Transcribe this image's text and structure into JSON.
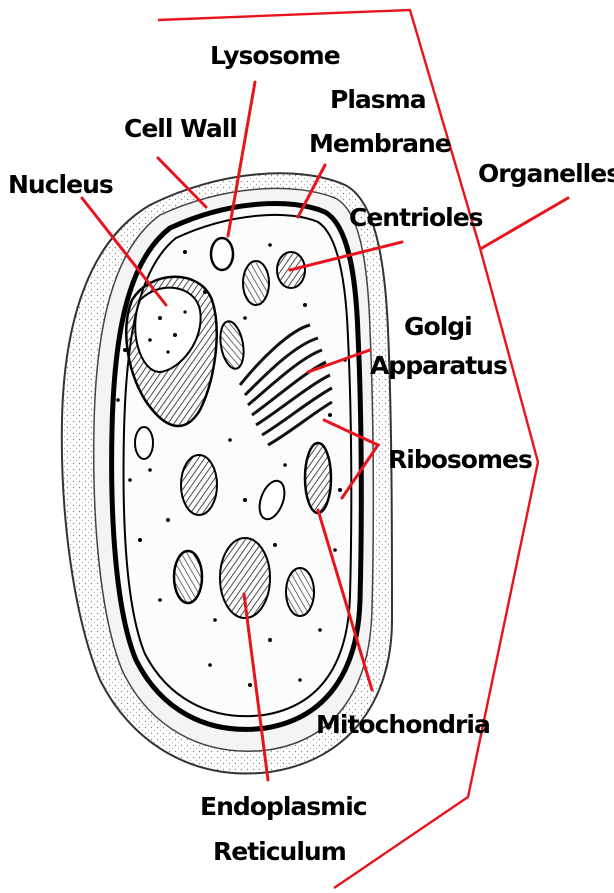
{
  "colors": {
    "leader_line": "#e8141c",
    "label_text": "#000000",
    "background": "#ffffff"
  },
  "labels": {
    "lysosome": "Lysosome",
    "cell_wall": "Cell Wall",
    "plasma_membrane_line1": "Plasma",
    "plasma_membrane_line2": "Membrane",
    "organelles": "Organelles",
    "nucleus": "Nucleus",
    "centrioles": "Centrioles",
    "golgi_line1": "Golgi",
    "golgi_line2": "Apparatus",
    "ribosomes": "Ribosomes",
    "mitochondria": "Mitochondria",
    "er_line1": "Endoplasmic",
    "er_line2": "Reticulum"
  }
}
